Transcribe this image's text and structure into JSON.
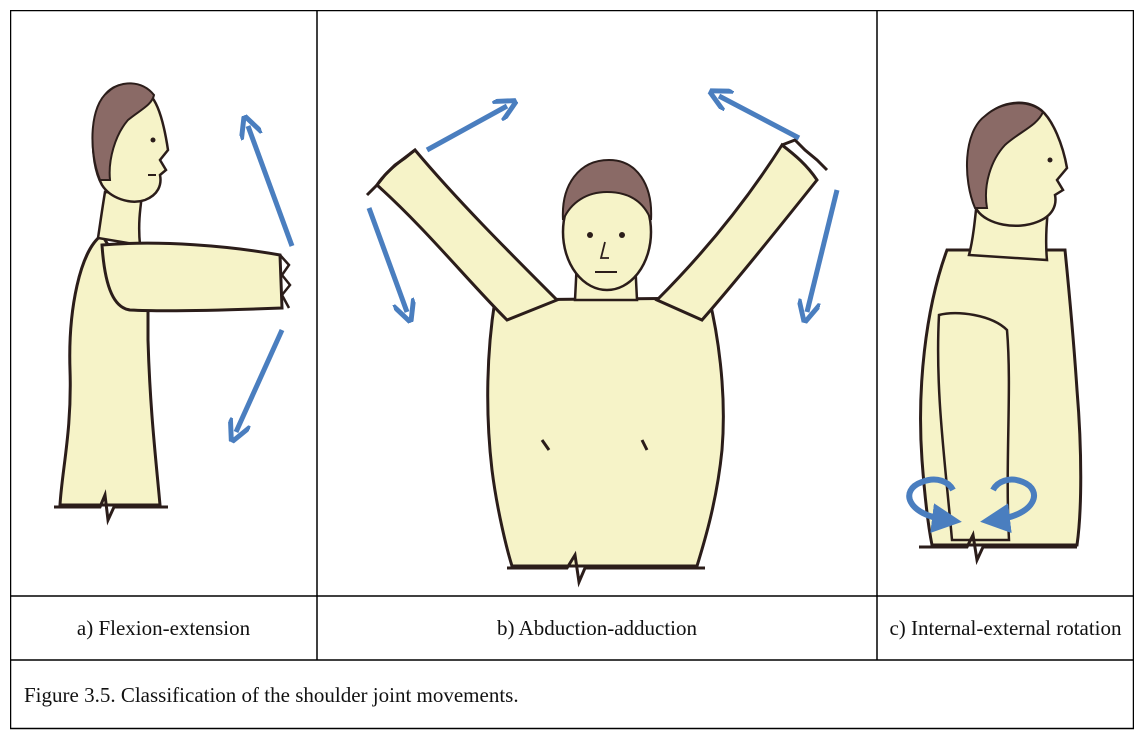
{
  "panels": [
    {
      "caption": "a) Flexion-extension"
    },
    {
      "caption": "b) Abduction-adduction"
    },
    {
      "caption": "c) Internal-external rotation"
    }
  ],
  "figure_caption": "Figure 3.5. Classification of the shoulder joint movements.",
  "colors": {
    "arrow": "#4a7ebf",
    "skin": "#f6f3c8",
    "skin_shade": "#e8e2a8",
    "hair": "#8a6a66",
    "outline": "#2b1d1a",
    "border": "#000000"
  }
}
